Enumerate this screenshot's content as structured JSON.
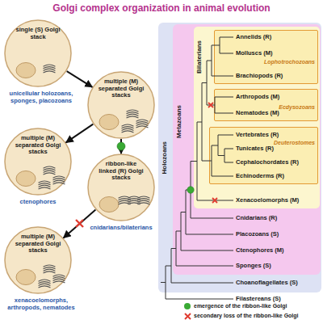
{
  "diagram": {
    "title": "Golgi complex organization in animal evolution",
    "nodes": [
      {
        "text": [
          "single (S) Golgi stack",
          "unicellular holozoans, sponges, placozoans"
        ]
      },
      {
        "text": [
          "multiple (M) separated Golgi stacks"
        ]
      },
      {
        "text": [
          "multiple (M) separated Golgi stacks",
          "ctenophores"
        ]
      },
      {
        "text": [
          "ribbon-like linked (R) Golgi stacks",
          "cnidarians/bilaterians"
        ]
      },
      {
        "text": [
          "multiple (M) separated Golgi stacks",
          "xenacoelomorphs, arthropods, nematodes"
        ]
      },
      {
        "text": [
          "Holozoans"
        ]
      },
      {
        "text": [
          "Metazoans"
        ],
        "in": 5
      },
      {
        "text": [
          "Bilaterians"
        ],
        "in": 6
      },
      {
        "text": [
          "Lophotrochozoans"
        ],
        "in": 7
      },
      {
        "text": [
          "Ecdysozoans"
        ],
        "in": 7
      },
      {
        "text": [
          "Deuterostomes"
        ],
        "in": 7
      }
    ],
    "edges": [
      {
        "from": 0,
        "to": 1,
        "arrow": "to"
      },
      {
        "from": 1,
        "to": 2,
        "arrow": "to"
      },
      {
        "from": 1,
        "to": 3,
        "arrow": "to"
      },
      {
        "from": 3,
        "to": 4,
        "arrow": "to"
      }
    ],
    "labels": [
      "Annelids (R)",
      "Molluscs (M)",
      "Brachiopods (R)",
      "Arthropods (M)",
      "Nematodes (M)",
      "Vertebrates (R)",
      "Tunicates (R)",
      "Cephalochordates (R)",
      "Echinoderms (R)",
      "Xenacoelomorphs (M)",
      "Cnidarians (R)",
      "Placozoans (S)",
      "Ctenophores (M)",
      "Sponges (S)",
      "Choanoflagellates (S)",
      "Filastereans (S)"
    ],
    "legend": [
      {
        "text": "emergence of the ribbon-like Golgi",
        "color": "#3aaa35"
      },
      {
        "text": "secondary loss of the ribbon-like Golgi"
      }
    ]
  }
}
